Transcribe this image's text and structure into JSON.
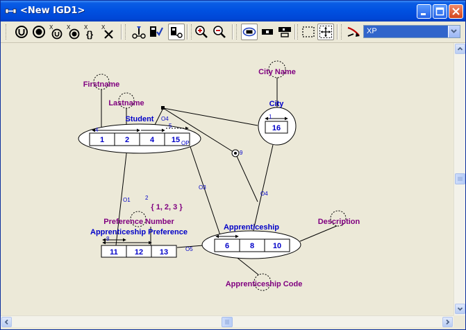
{
  "window": {
    "title": "<New IGD1>"
  },
  "toolbar": {
    "dropdown_value": "XP"
  },
  "colors": {
    "attribute": "#800080",
    "entity": "#0000c8",
    "titlebar": "#0050e0"
  },
  "diagram": {
    "entities": {
      "student": "Student",
      "city": "City",
      "apprenticeship": "Apprenticeship",
      "apprenticeship_preference": "Apprenticeship Preference"
    },
    "attributes": {
      "firstname": "Firstname",
      "lastname": "Lastname",
      "city_name": "City Name",
      "description": "Description",
      "preference_number": "Preference Number",
      "apprenticeship_code": "Apprenticeship Code"
    },
    "student_cells": [
      "1",
      "2",
      "4",
      "15"
    ],
    "city_cells": [
      "16"
    ],
    "apprenticeship_cells": [
      "6",
      "8",
      "10"
    ],
    "preference_cells": [
      "11",
      "12",
      "13"
    ],
    "constraint": "{ 1, 2, 3 }",
    "role_labels": {
      "student_op": "OP",
      "o1": "O1",
      "o3": "O3",
      "o4_top": "O4",
      "o4_mid": "O4",
      "o5": "O5",
      "n9": "9",
      "n1": "1",
      "n4": "4",
      "n5": "5",
      "n2": "2",
      "n8": "8"
    }
  }
}
